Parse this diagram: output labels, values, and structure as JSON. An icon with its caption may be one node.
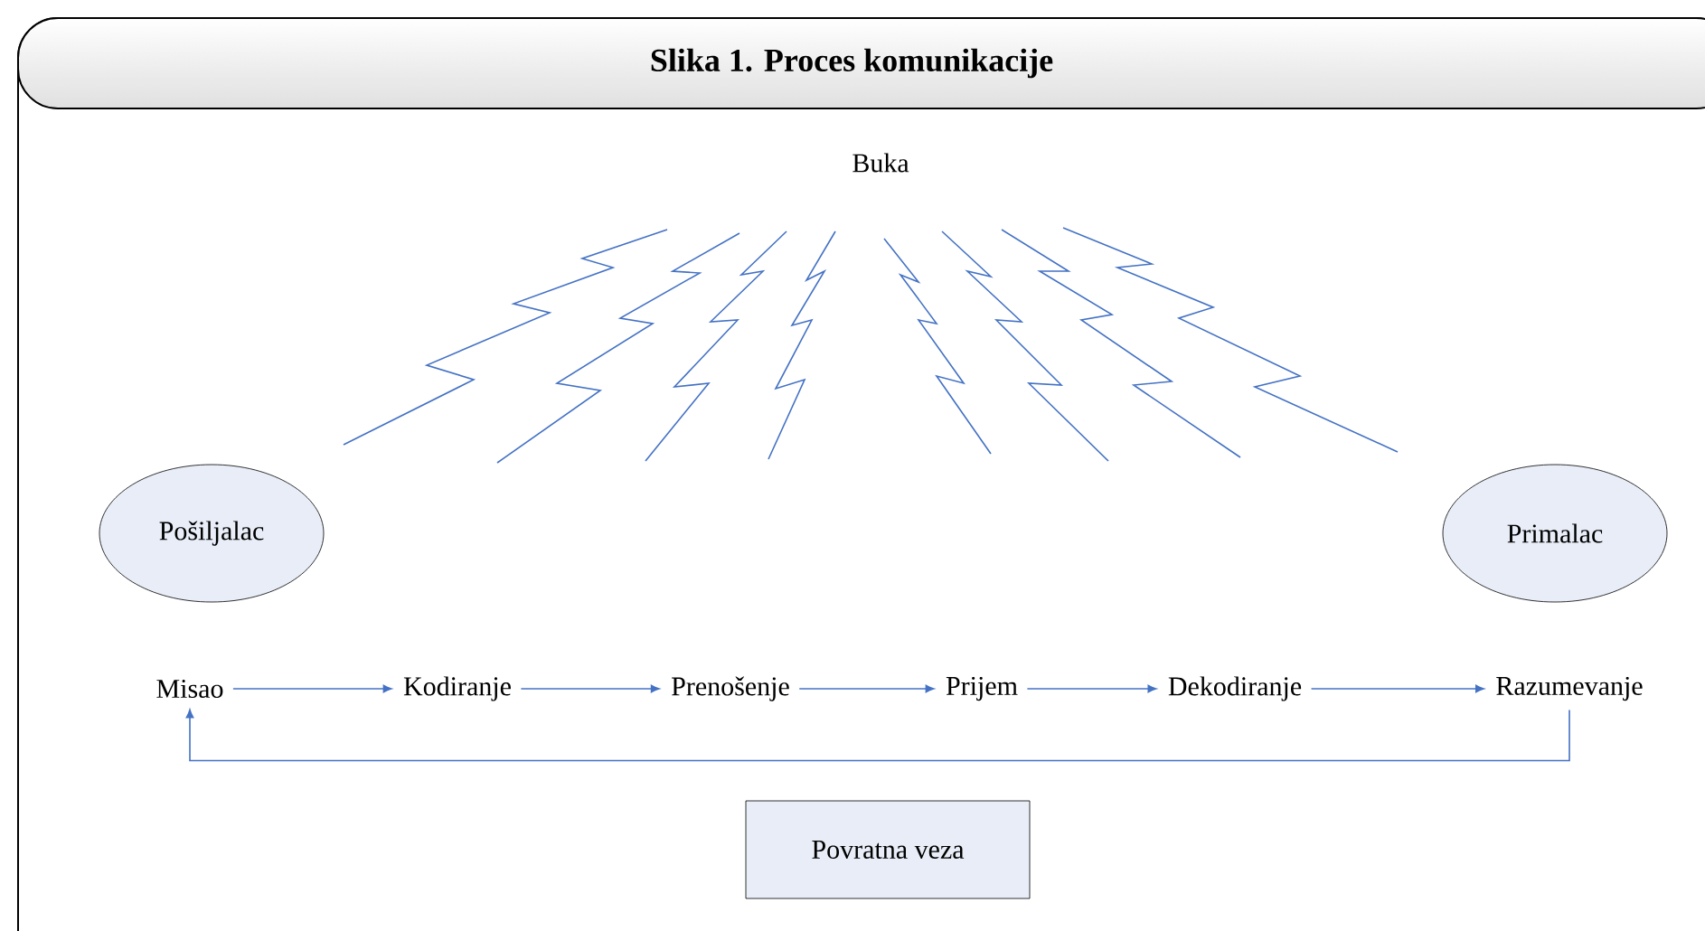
{
  "diagram": {
    "title": "Slika 1.    Proces komunikacije",
    "nodes": [
      {
        "text": [
          "Pošiljalac"
        ]
      },
      {
        "text": [
          "Primalac"
        ]
      },
      {
        "text": [
          "Misao"
        ]
      },
      {
        "text": [
          "Kodiranje"
        ]
      },
      {
        "text": [
          "Prenošenje"
        ]
      },
      {
        "text": [
          "Prijem"
        ]
      },
      {
        "text": [
          "Dekodiranje"
        ]
      },
      {
        "text": [
          "Razumevanje"
        ]
      },
      {
        "text": [
          "Povratna veza"
        ]
      }
    ],
    "edges": [
      {
        "from": 2,
        "to": 3,
        "arrow": "to"
      },
      {
        "from": 3,
        "to": 4,
        "arrow": "to"
      },
      {
        "from": 4,
        "to": 5,
        "arrow": "to"
      },
      {
        "from": 5,
        "to": 6,
        "arrow": "to"
      },
      {
        "from": 6,
        "to": 7,
        "arrow": "to"
      },
      {
        "from": 7,
        "to": 2,
        "arrow": "to"
      }
    ],
    "labels": [
      "Buka"
    ]
  }
}
